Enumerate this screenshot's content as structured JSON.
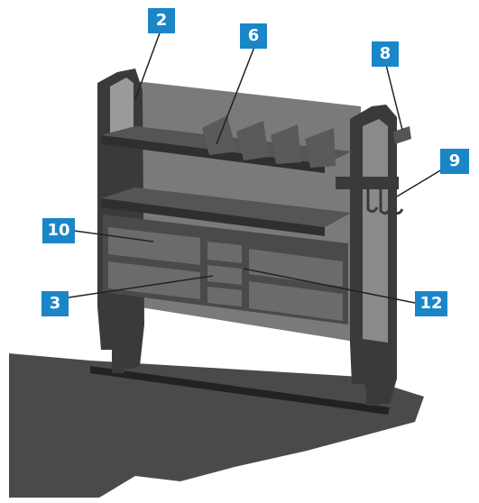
{
  "colors": {
    "callout": "#1a86c8",
    "floor": "#4a4a4a",
    "frame": "#3a3a3a",
    "panel": "#5a5a5a",
    "drawer": "#6b6b6b"
  },
  "callouts": {
    "c2": "2",
    "c6": "6",
    "c8": "8",
    "c9": "9",
    "c10": "10",
    "c3": "3",
    "c12": "12"
  }
}
